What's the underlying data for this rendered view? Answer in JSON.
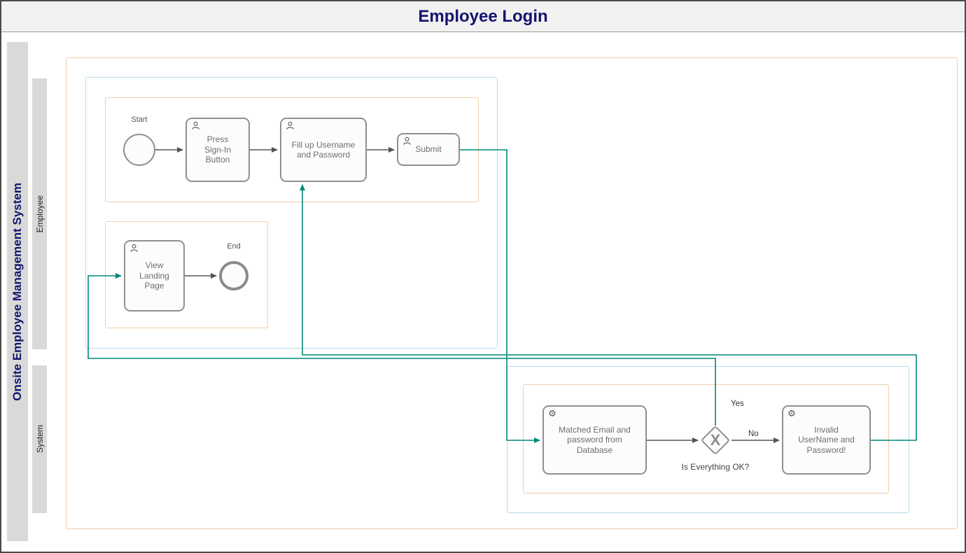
{
  "title": "Employee Login",
  "pool": {
    "label": "Onsite Employee Management System"
  },
  "lanes": {
    "employee": "Employee",
    "system": "System"
  },
  "diagram": {
    "start_event": "Start",
    "end_event": "End",
    "tasks": {
      "press_sign_in": "Press Sign-In Button",
      "fill_credentials": "Fill up Username and Password",
      "submit": "Submit",
      "view_landing_page": "View Landing Page",
      "matched_email": "Matched Email and password from Database",
      "invalid_credentials": "Invalid UserName and Password!"
    },
    "gateway": {
      "marker": "X",
      "label": "Is Everything OK?",
      "branch_yes": "Yes",
      "branch_no": "No"
    }
  },
  "colors": {
    "title_text": "#14146e",
    "flow_green": "#00897b",
    "flow_dark": "#555555",
    "lane_fill": "#d9d9d9",
    "group_orange": "#f0cda9",
    "group_blue": "#b8ddeb",
    "shape_border": "#909090"
  }
}
